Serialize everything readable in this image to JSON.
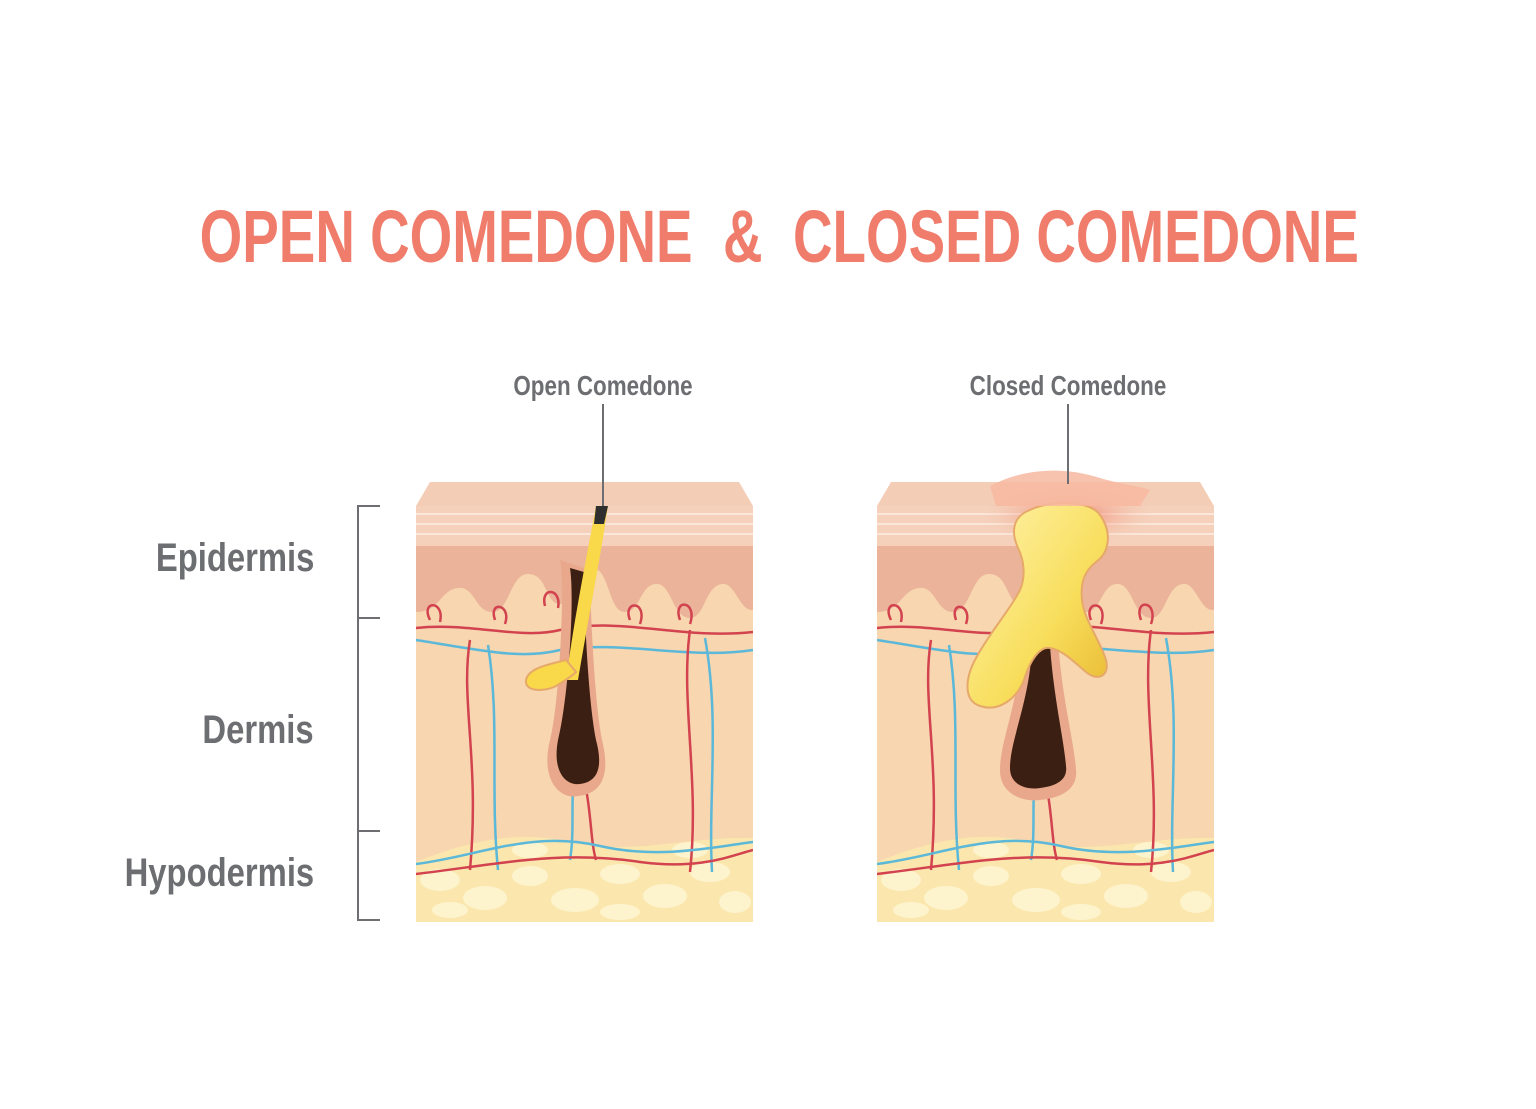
{
  "title": "OPEN COMEDONE  &  CLOSED COMEDONE",
  "callouts": {
    "open": "Open Comedone",
    "closed": "Closed Comedone"
  },
  "layers": {
    "epidermis": "Epidermis",
    "dermis": "Dermis",
    "hypodermis": "Hypodermis"
  },
  "colors": {
    "title": "#f07c6c",
    "label": "#6d6e71",
    "skin_surface": "#f4c7ae",
    "epidermis": "#ebb49a",
    "dermis": "#f7d6b0",
    "fat": "#fbe7ad",
    "fat_cell": "#fdf2c8",
    "hair": "#3b1f12",
    "sebum": "#f9d84a",
    "artery": "#d2434f",
    "vein": "#5bb8d8",
    "inflamed": "#f28a76"
  }
}
